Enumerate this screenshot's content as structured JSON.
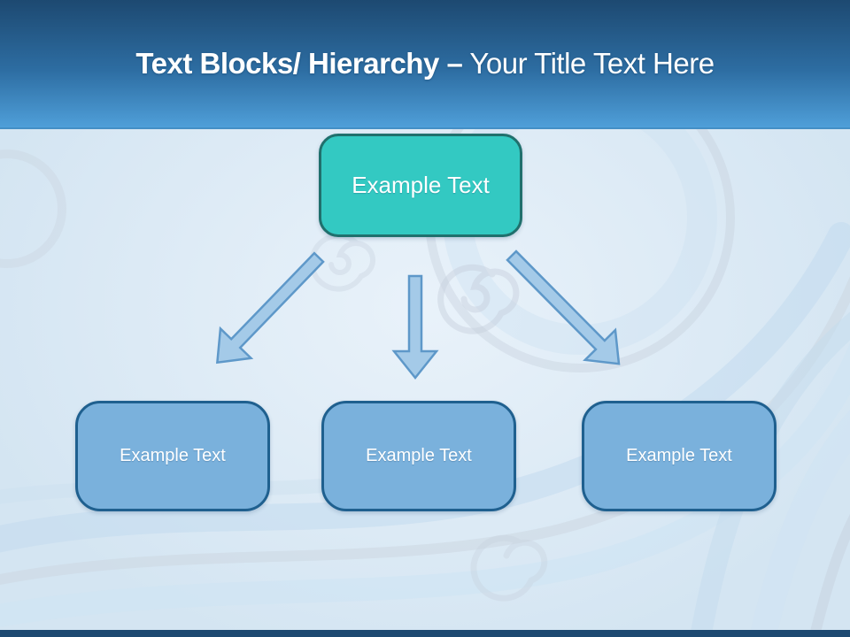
{
  "header": {
    "title_bold": "Text Blocks/ Hierarchy –",
    "title_regular": " Your Title Text Here"
  },
  "diagram": {
    "root_label": "Example Text",
    "children": [
      {
        "label": "Example Text"
      },
      {
        "label": "Example Text"
      },
      {
        "label": "Example Text"
      }
    ]
  },
  "colors": {
    "header_top": "#1d4971",
    "header_mid": "#2d6da2",
    "header_bottom": "#4f9fd9",
    "body_light": "#e9f2fa",
    "body_base": "#d4e5f2",
    "root_fill": "#33c9c2",
    "root_border": "#20706d",
    "child_fill": "#7ab1dc",
    "child_border": "#1f608f",
    "arrow_fill": "#a4cae8",
    "arrow_stroke": "#5e98c9",
    "footer_bar": "#1d4971",
    "text_white": "#ffffff"
  }
}
